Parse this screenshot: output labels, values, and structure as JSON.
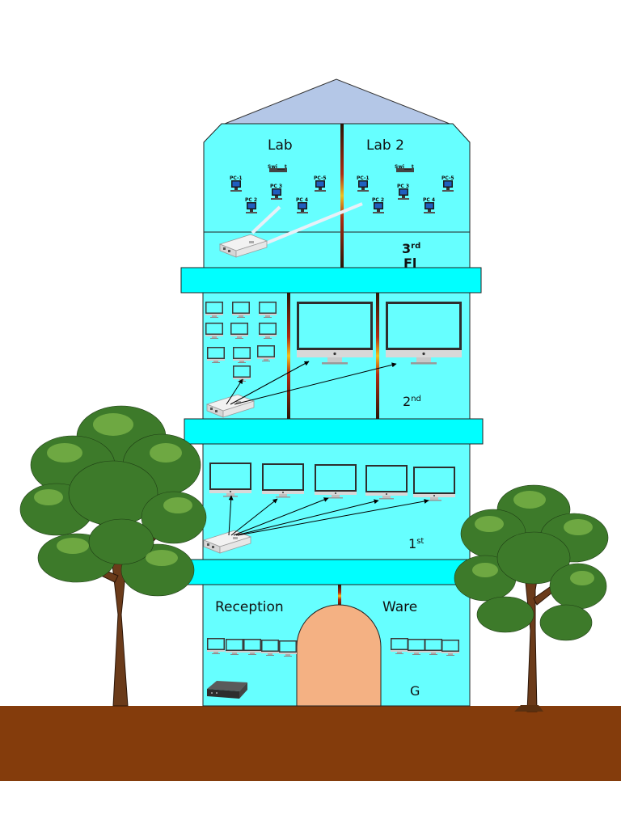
{
  "rooms": {
    "lab": "Lab",
    "lab2": "Lab 2",
    "reception": "Reception",
    "ware": "Ware"
  },
  "floors": {
    "third": {
      "num": "3",
      "sup": "rd",
      "tail": "Fl"
    },
    "second": {
      "num": "2",
      "sup": "nd"
    },
    "first": {
      "num": "1",
      "sup": "st"
    },
    "ground": {
      "num": "G"
    }
  },
  "lab_devices": {
    "switch": "Swi___t",
    "pcs": [
      "PC-1",
      "PC 3",
      "PC-5",
      "PC 4",
      "PC 2"
    ]
  },
  "colors": {
    "wall": "#66ffff",
    "band": "#00ffff",
    "roof": "#b4c7e7",
    "door": "#f4b183",
    "ground": "#843c0c"
  }
}
